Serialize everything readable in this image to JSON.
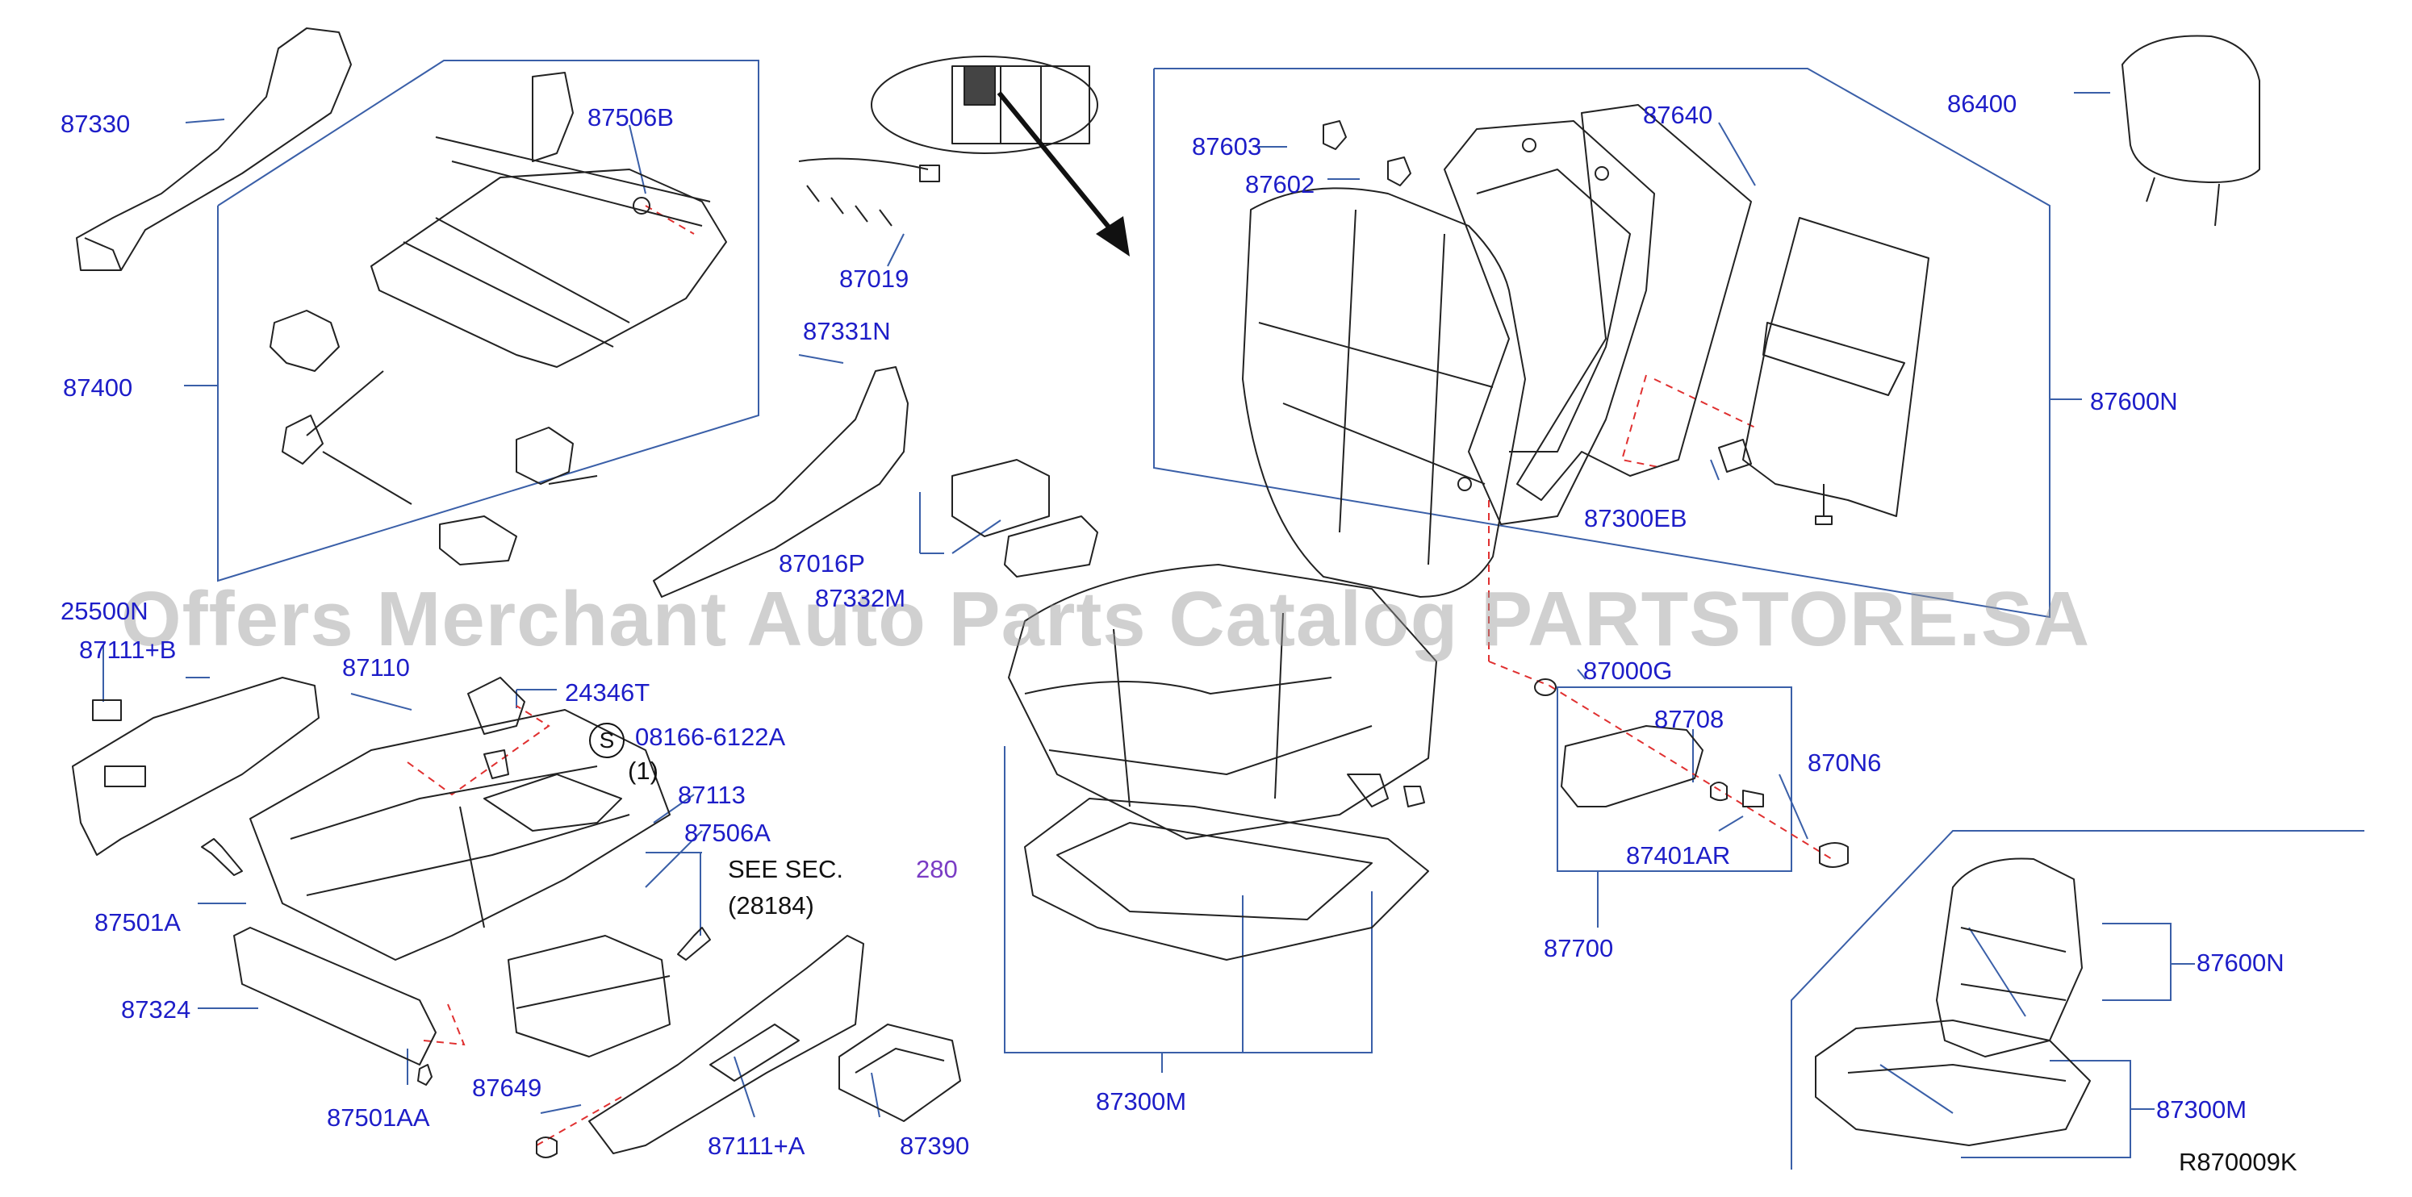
{
  "diagram": {
    "labels": {
      "p87330": "87330",
      "p87506b": "87506B",
      "p87400": "87400",
      "p87019": "87019",
      "p87331n": "87331N",
      "p87016p": "87016P",
      "p87332m": "87332M",
      "p87603": "87603",
      "p87602": "87602",
      "p87640": "87640",
      "p86400": "86400",
      "p87600n_top": "87600N",
      "p87300eb": "87300EB",
      "p87000g": "87000G",
      "p87708": "87708",
      "p870n6": "870N6",
      "p87401ar": "87401AR",
      "p87700": "87700",
      "p25500n": "25500N",
      "p87111b": "87111+B",
      "p87110": "87110",
      "p24346t": "24346T",
      "p08166": "08166-6122A",
      "p08166_qty": "(1)",
      "p87113": "87113",
      "p87506a": "87506A",
      "p87501a": "87501A",
      "p87324": "87324",
      "p87501aa": "87501AA",
      "p87649": "87649",
      "p87111a": "87111+A",
      "p87390": "87390",
      "p87300m_mid": "87300M",
      "p87600n_inset": "87600N",
      "p87300m_inset": "87300M",
      "see_sec": "SEE SEC.",
      "see_sec_num": "280",
      "see_sec_ref": "(28184)",
      "s_symbol": "S",
      "diagram_code": "R870009K"
    },
    "watermark": "Offers Merchant Auto Parts Catalog PARTSTORE.SA",
    "colors": {
      "label": "#1d1dc8",
      "frame_line": "#3a5fa8",
      "drawing": "#222222",
      "dashed": "#e03030",
      "watermark": "#969696"
    }
  }
}
